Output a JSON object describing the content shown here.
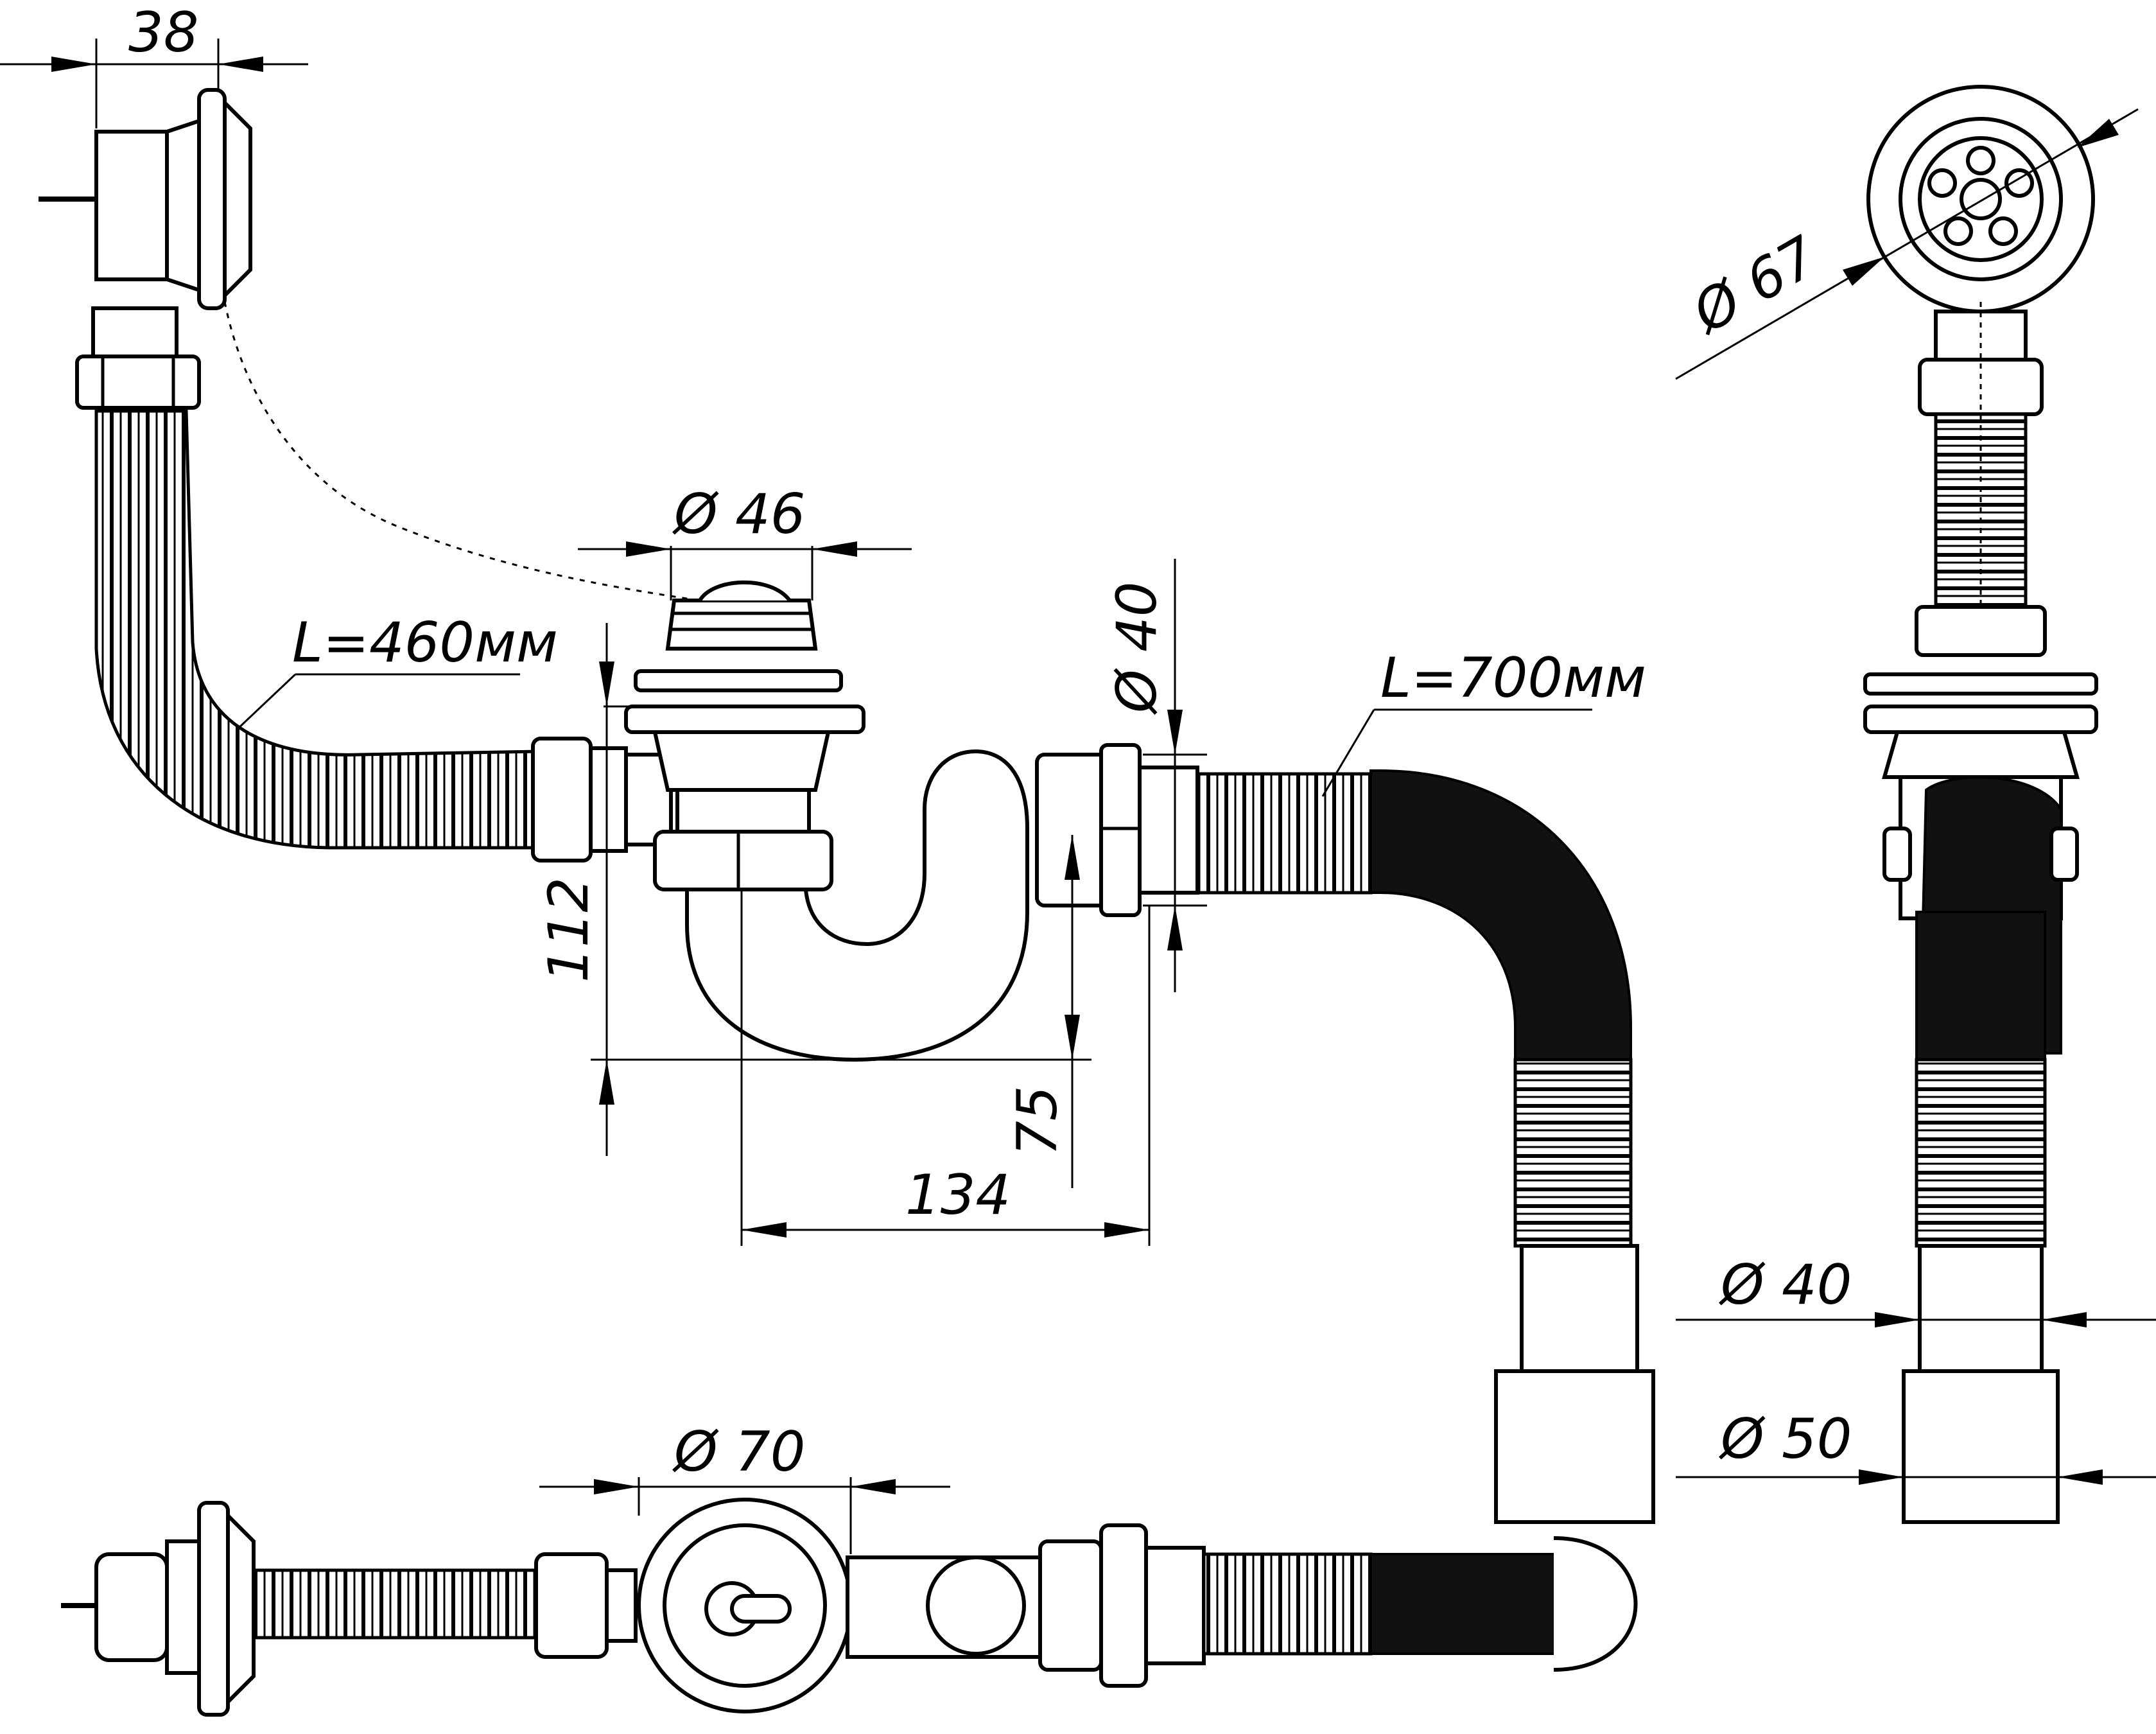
{
  "dimensions": {
    "overflow_depth": "38",
    "overflow_hose_length": "L=460мм",
    "plug_diameter": "Ø 46",
    "outlet_diameter": "Ø 40",
    "drain_hose_length": "L=700мм",
    "height_total": "112",
    "seal_height": "75",
    "trap_width": "134",
    "grate_diameter_side": "Ø 67",
    "outlet_diameter_side": "Ø 40",
    "sewer_diameter_side": "Ø 50",
    "strainer_diameter_top": "Ø 70"
  }
}
